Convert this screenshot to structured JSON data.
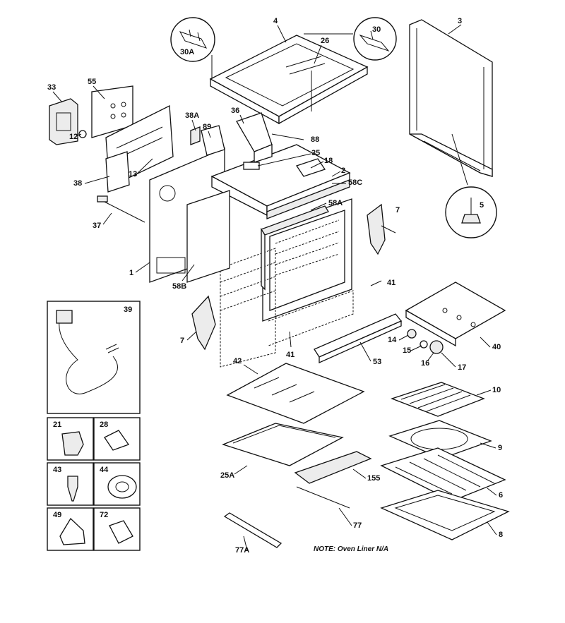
{
  "callouts": {
    "c3": "3",
    "c4": "4",
    "c26": "26",
    "c30": "30",
    "c30a": "30A",
    "c33": "33",
    "c55": "55",
    "c12": "12",
    "c38": "38",
    "c13": "13",
    "c37": "37",
    "c1": "1",
    "c58b": "58B",
    "c38a": "38A",
    "c89": "89",
    "c36": "36",
    "c88": "88",
    "c35": "35",
    "c18": "18",
    "c2": "2",
    "c58c": "58C",
    "c58a": "58A",
    "c5": "5",
    "c7a": "7",
    "c7b": "7",
    "c41a": "41",
    "c41b": "41",
    "c39": "39",
    "c40": "40",
    "c14": "14",
    "c15": "15",
    "c16": "16",
    "c17": "17",
    "c53": "53",
    "c42": "42",
    "c10": "10",
    "c9": "9",
    "c6": "6",
    "c8": "8",
    "c25a": "25A",
    "c155": "155",
    "c77": "77",
    "c77a": "77A",
    "c21": "21",
    "c28": "28",
    "c43": "43",
    "c44": "44",
    "c49": "49",
    "c72": "72"
  },
  "note": "NOTE: Oven Liner N/A"
}
